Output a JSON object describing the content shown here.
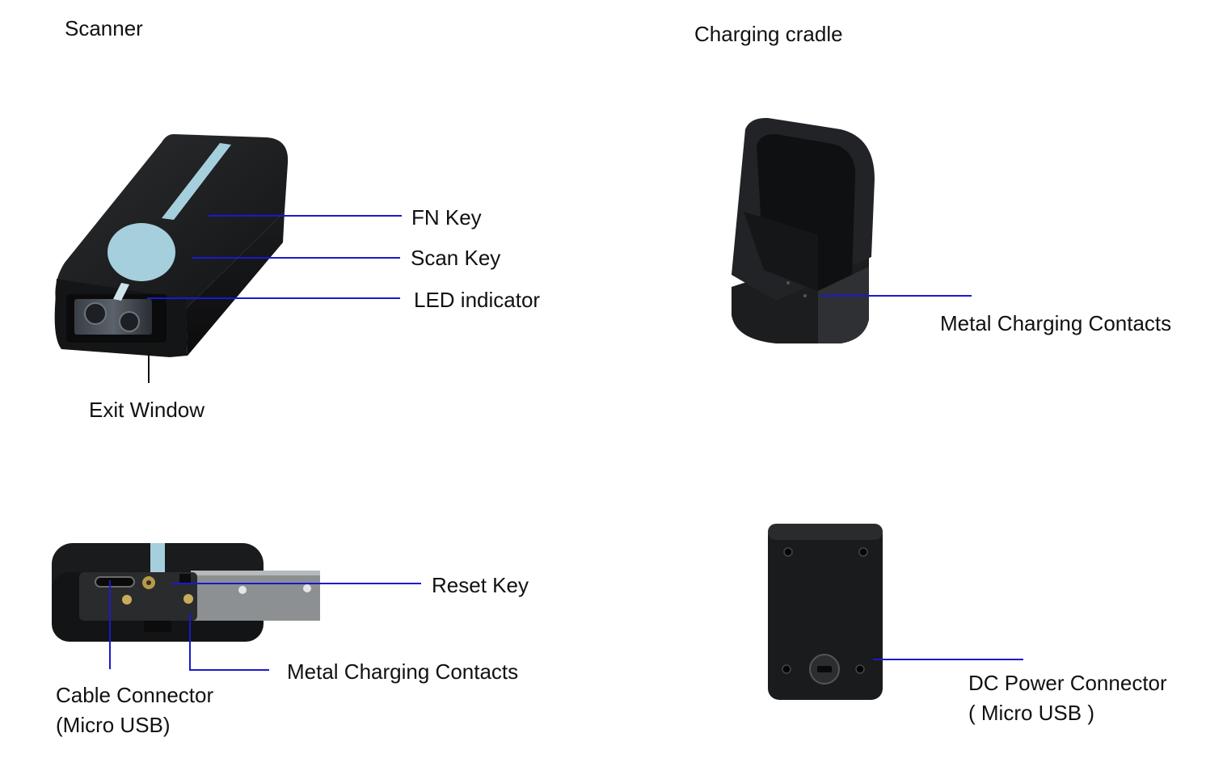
{
  "sections": {
    "scanner_title": "Scanner",
    "cradle_title": "Charging cradle"
  },
  "scanner_top": {
    "fn_key": "FN Key",
    "scan_key": "Scan Key",
    "led_indicator": "LED indicator",
    "exit_window": "Exit Window"
  },
  "scanner_bottom": {
    "reset_key": "Reset Key",
    "metal_contacts": "Metal Charging Contacts",
    "cable_connector": "Cable Connector",
    "cable_connector_sub": "(Micro USB)"
  },
  "cradle_front": {
    "metal_contacts": "Metal Charging Contacts"
  },
  "cradle_back": {
    "dc_power": "DC Power Connector",
    "dc_power_sub": "( Micro USB )"
  },
  "colors": {
    "leader_line": "#1a1acd",
    "exit_leader": "#111111",
    "device_body": "#1c1d1f",
    "accent_blue": "#a6cfdd"
  }
}
